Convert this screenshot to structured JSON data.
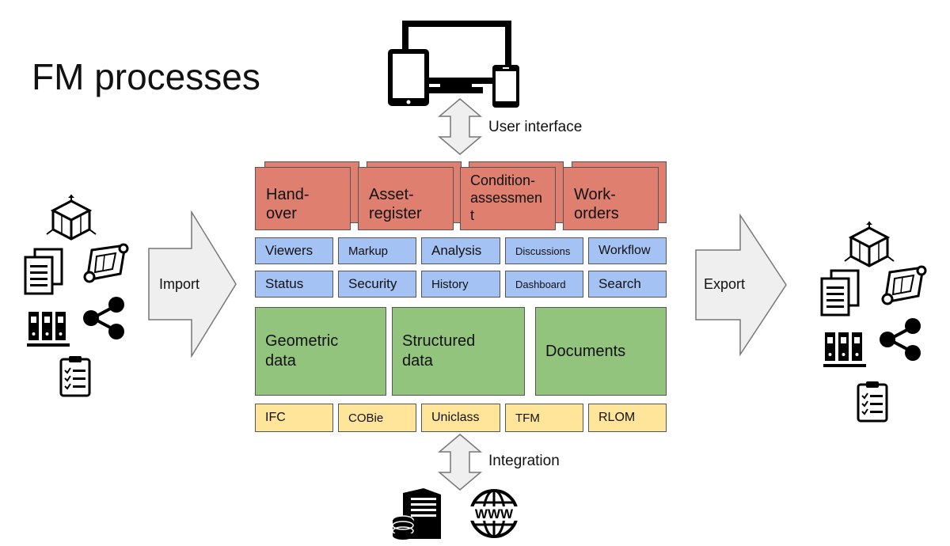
{
  "title": "FM processes",
  "labels": {
    "user_interface": "User interface",
    "import": "Import",
    "export": "Export",
    "integration": "Integration"
  },
  "processes": [
    {
      "line1": "Hand-",
      "line2": "over"
    },
    {
      "line1": "Asset-",
      "line2": "register"
    },
    {
      "line1": "Condition-",
      "line2": "assessmen",
      "line3": "t"
    },
    {
      "line1": "Work-",
      "line2": "orders"
    }
  ],
  "modules_row1": [
    "Viewers",
    "Markup",
    "Analysis",
    "Discussions",
    "Workflow"
  ],
  "modules_row2": [
    "Status",
    "Security",
    "History",
    "Dashboard",
    "Search"
  ],
  "data_stores": [
    {
      "line1": "Geometric",
      "line2": "data"
    },
    {
      "line1": "Structured",
      "line2": "data"
    },
    {
      "line1": "Documents"
    }
  ],
  "standards": [
    "IFC",
    "COBie",
    "Uniclass",
    "TFM",
    "RLOM"
  ],
  "icons": {
    "devices": "devices-icon",
    "model": "3d-model-icon",
    "documents": "documents-icon",
    "drawing": "drawing-scroll-icon",
    "binders": "binders-icon",
    "share": "share-icon",
    "checklist": "checklist-icon",
    "server": "server-database-icon",
    "www": "www-globe-icon"
  },
  "icon_text": {
    "www": "WWW"
  },
  "colors": {
    "process": "#de7f6f",
    "module": "#a4c2f4",
    "data": "#93c47d",
    "standard": "#ffe599",
    "arrow": "#efefef"
  }
}
